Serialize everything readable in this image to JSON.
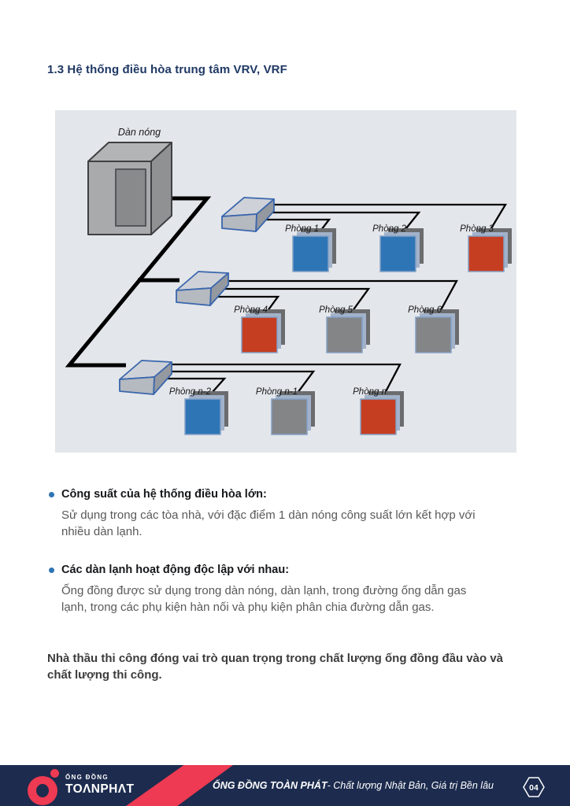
{
  "page": {
    "title": "1.3 Hệ thống điều hòa trung tâm VRV, VRF"
  },
  "diagram": {
    "outdoor_unit_label": "Dàn nóng",
    "rooms": [
      {
        "label": "Phòng 1",
        "color": "#2e75b6"
      },
      {
        "label": "Phòng 2",
        "color": "#2e75b6"
      },
      {
        "label": "Phòng 3",
        "color": "#c63e22"
      },
      {
        "label": "Phòng 4",
        "color": "#c63e22"
      },
      {
        "label": "Phòng 5",
        "color": "#838587"
      },
      {
        "label": "Phòng 6",
        "color": "#838587"
      },
      {
        "label": "Phòng n-2",
        "color": "#2e75b6"
      },
      {
        "label": "Phòng n-1",
        "color": "#838587"
      },
      {
        "label": "Phòng n",
        "color": "#c63e22"
      }
    ]
  },
  "bullets": [
    {
      "heading": "Công suất của hệ thống điều hòa lớn:",
      "lines": [
        "Sử dụng trong các tòa nhà, với đặc điểm 1 dàn nóng công suất lớn kết hợp với",
        "nhiều dàn lạnh."
      ]
    },
    {
      "heading": "Các dàn lạnh hoạt động độc lập với nhau:",
      "lines": [
        "Ống đồng được sử dụng trong dàn nóng, dàn lạnh, trong đường ống dẫn gas",
        "lạnh, trong các phụ kiện hàn nối và phụ kiện phân chia đường dẫn gas."
      ]
    }
  ],
  "closing_note": {
    "lines": [
      "Nhà thầu thi công đóng vai trò quan trọng trong chất lượng ống đồng đầu vào và",
      "chất lượng thi công."
    ]
  },
  "footer": {
    "brand_top": "ỐNG ĐỒNG",
    "brand_name": "TOΛNPHΛT",
    "tagline_bold": "ỐNG ĐỒNG TOÀN PHÁT",
    "tagline_rest": " - Chất lượng Nhật Bản, Giá trị Bền lâu",
    "page_number": "04",
    "navy_color": "#1c2b4e",
    "red_color": "#ee3a52",
    "accent_blue": "#2e74b5"
  }
}
